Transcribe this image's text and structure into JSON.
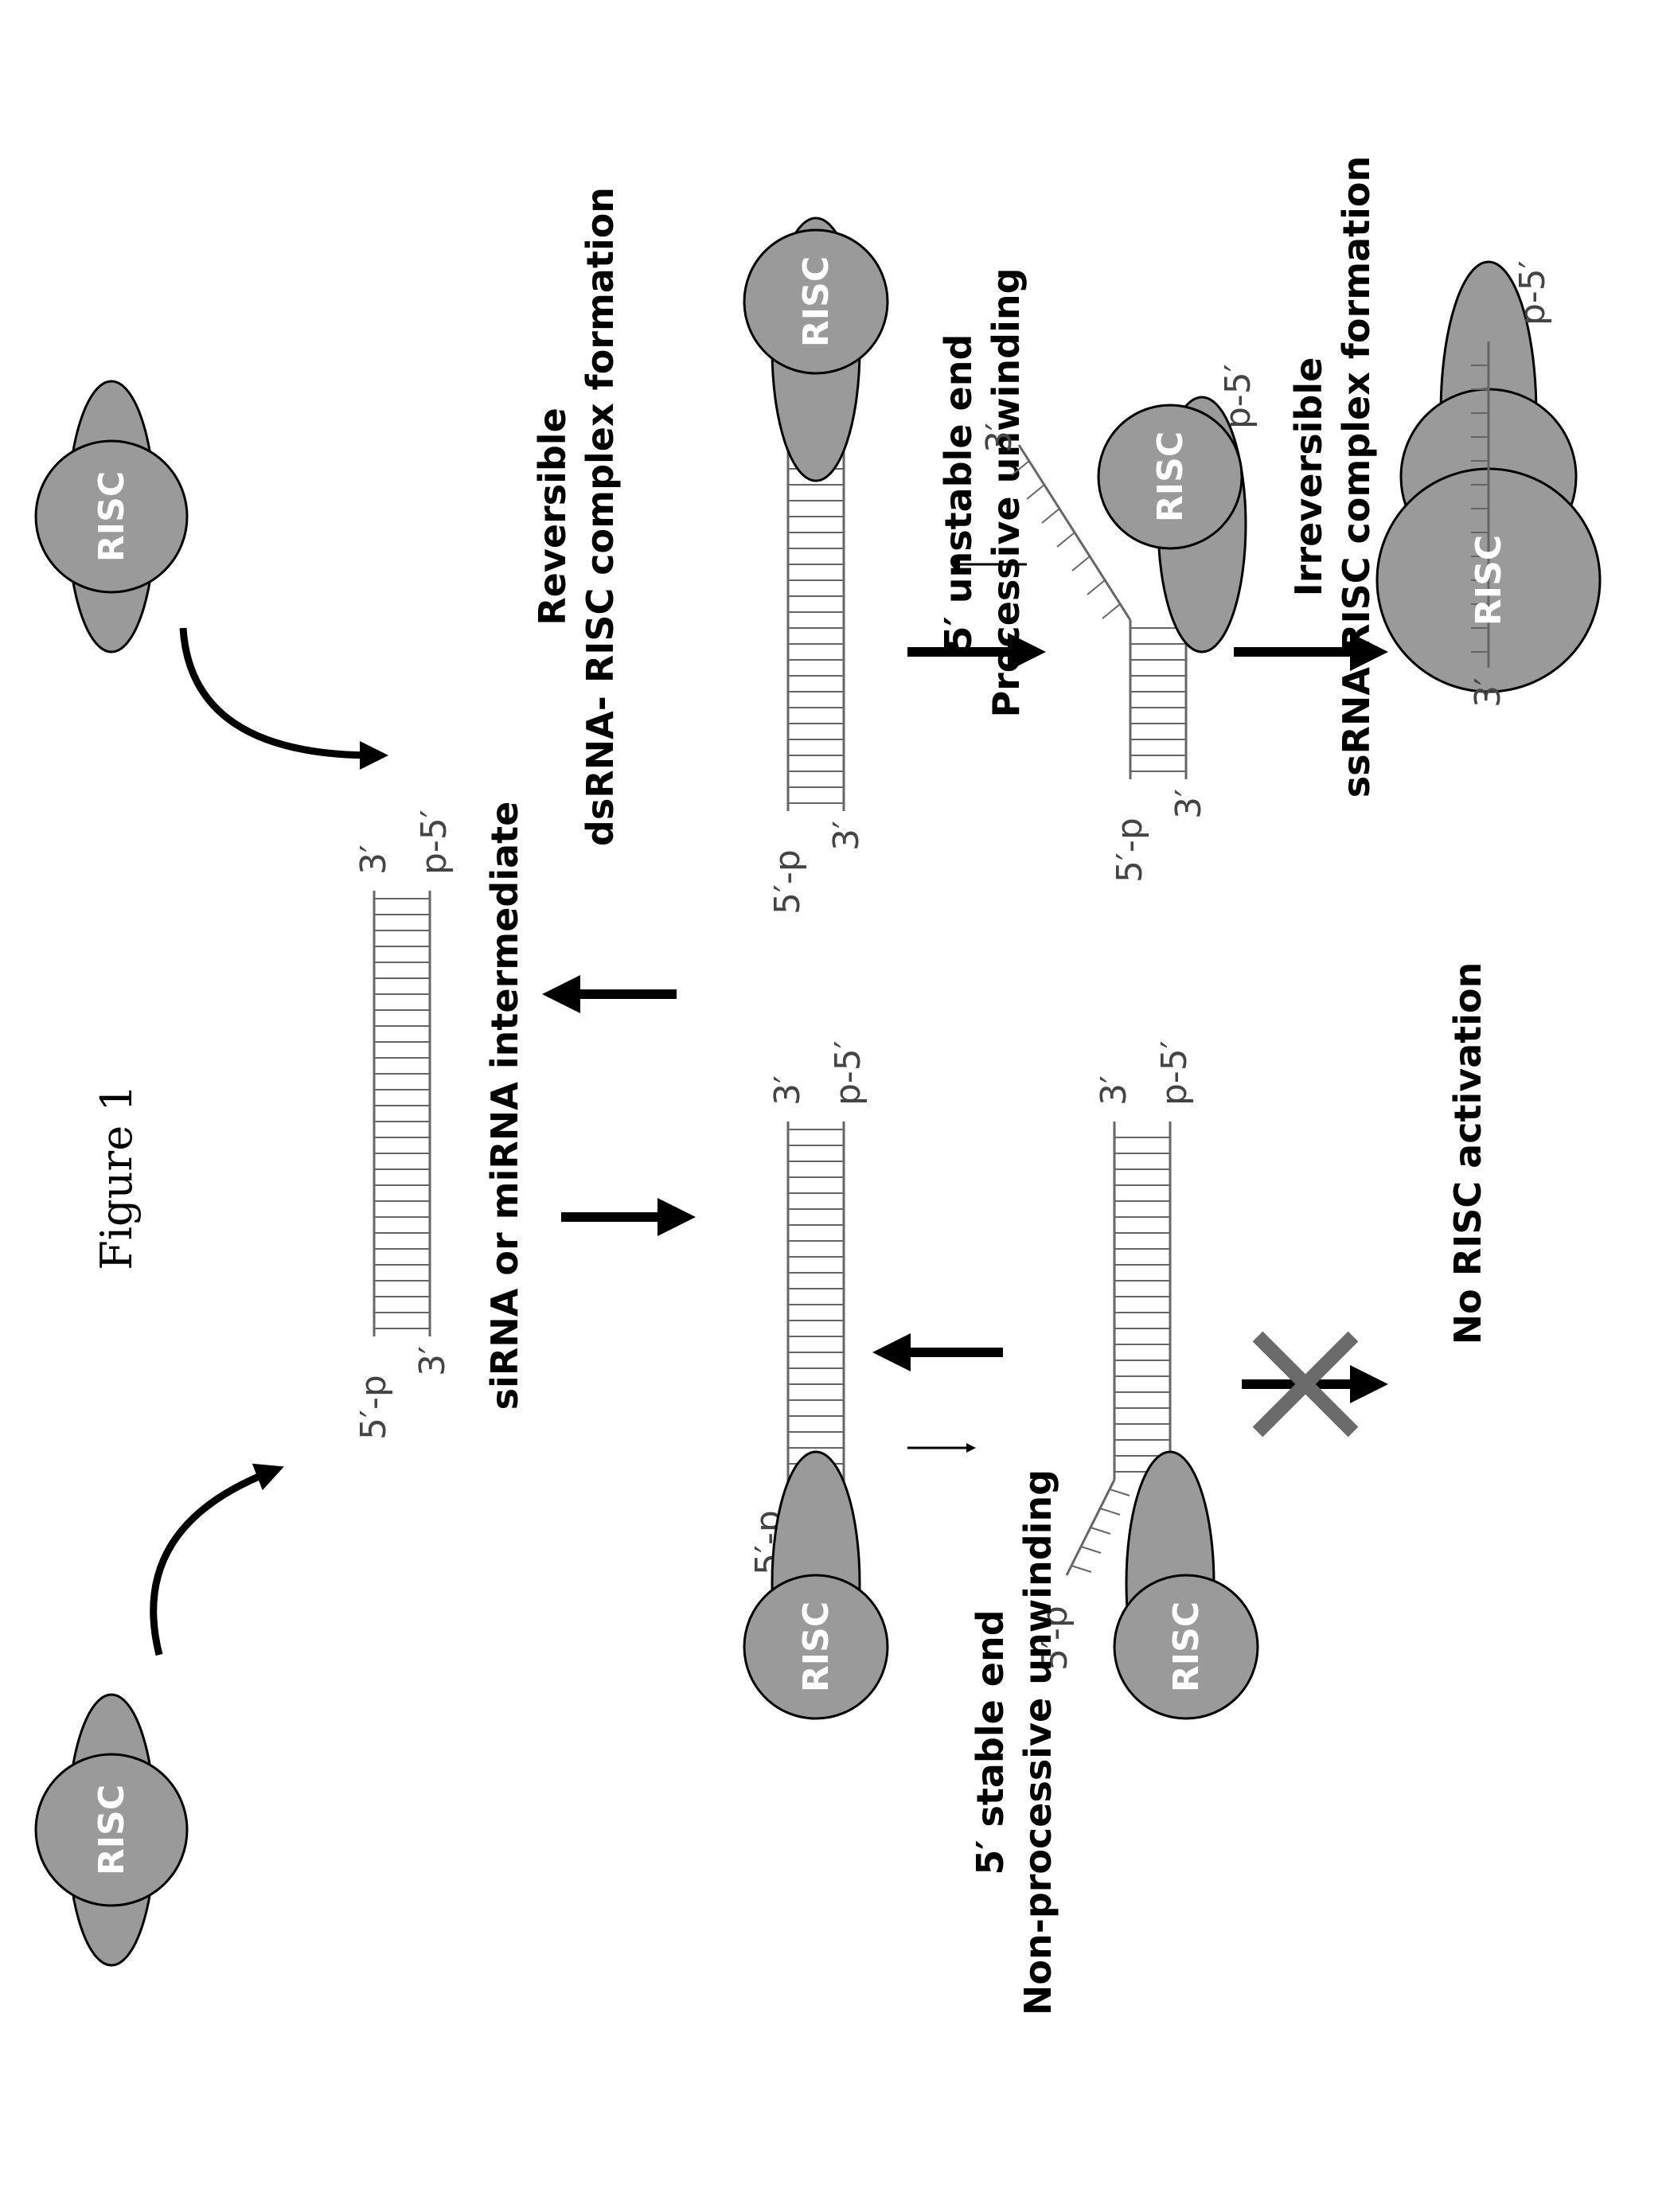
{
  "figure_title": "Figure 1",
  "labels": {
    "intermediate": "siRNA or miRNA intermediate",
    "reversible_line1": "Reversible",
    "reversible_line2": "dsRNA- RISC complex formation",
    "unstable_line1": "5′ unstable  end",
    "unstable_line2": "Processive unwinding",
    "irreversible_line1": "Irreversible",
    "irreversible_line2": "ssRNA-RISC complex formation",
    "stable_line1": "5′ stable end",
    "stable_line2": "Non-processive unwinding",
    "no_activation": "No RISC activation"
  },
  "risc_label": "RISC",
  "termini": {
    "five_p": "5′-p",
    "three_prime": "3′",
    "p_five": "p-5′"
  },
  "colors": {
    "risc_fill": "#9a9a9a",
    "strand": "#666666",
    "blocked_cross": "#6b6b6b"
  }
}
